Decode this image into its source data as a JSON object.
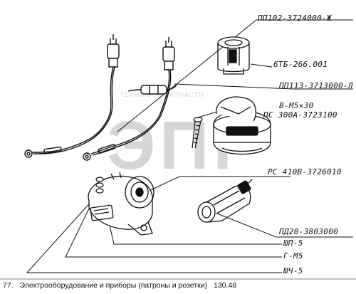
{
  "labels": {
    "pp102": "ПП102-3724000-Ж",
    "btb266": "6ТБ-266.001",
    "pp113": "ПП113-3713000-Л",
    "bolt": "В-М5×30",
    "ps300": "ПС 300А-3723100",
    "rs410": "РС 410В-3726010",
    "pd20": "ПД20-3803000",
    "shp5": "ШП-5",
    "gm5": "Г-М5",
    "shch5": "ШЧ-5"
  },
  "caption": {
    "number": "77.",
    "title": "Электрооборудование и приборы (патроны и розетки)",
    "code": "130.48"
  },
  "watermark": {
    "logo": "ЭПР",
    "text": "ТЕХНИКА И ЗАПЧАСТИ"
  },
  "colors": {
    "ink": "#111111",
    "watermark": "#d6d6d6"
  }
}
